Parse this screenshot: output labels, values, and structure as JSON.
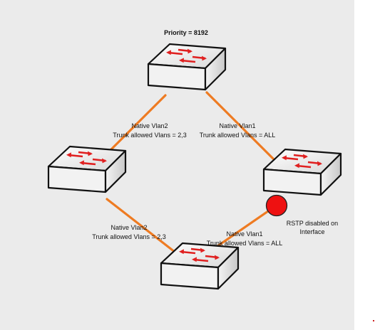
{
  "title": "Priority = 8192",
  "links": {
    "top_left": {
      "native": "Native Vlan2",
      "trunk": "Trunk allowed Vlans = 2,3"
    },
    "top_right": {
      "native": "Native Vlan1",
      "trunk": "Trunk allowed Vlans = ALL"
    },
    "bottom_left": {
      "native": "Native Vlan2",
      "trunk": "Trunk allowed Vlans = 2,3"
    },
    "bottom_right": {
      "native": "Native Vlan1",
      "trunk": "Trunk allowed Vlans = ALL"
    }
  },
  "rstp_note": {
    "line1": "RSTP disabled on",
    "line2": "Interface"
  },
  "colors": {
    "link": "#ee7b22",
    "arrow": "#e02020",
    "rstp_marker": "#ee1111",
    "canvas": "#ebebeb"
  },
  "icons": [
    "switch-icon"
  ]
}
